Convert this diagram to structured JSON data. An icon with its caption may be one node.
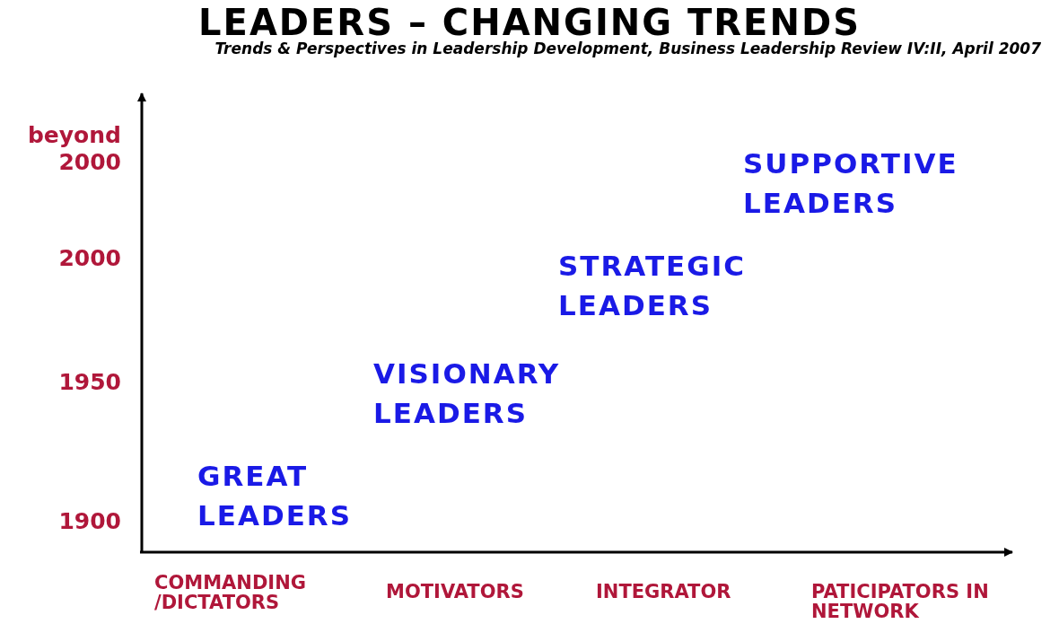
{
  "diagram": {
    "title": "LEADERS – CHANGING TRENDS",
    "caption": "Trends & Perspectives in Leadership Development, Business Leadership Review IV:II, April 2007",
    "labels": [
      "beyond 2000",
      "SUPPORTIVE LEADERS",
      "2000",
      "STRATEGIC LEADERS",
      "1950",
      "VISIONARY LEADERS",
      "GREAT LEADERS",
      "1900",
      "COMMANDING /DICTATORS",
      "MOTIVATORS",
      "INTEGRATOR",
      "PATICIPATORS IN NETWORK"
    ]
  }
}
